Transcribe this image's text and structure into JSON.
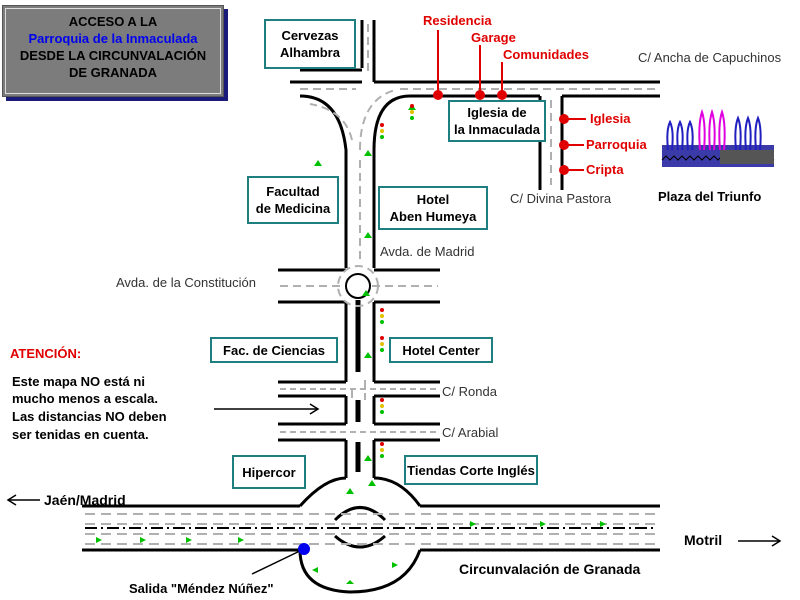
{
  "title": {
    "line1": "ACCESO A LA",
    "line2": "Parroquia de la Inmaculada",
    "line3": "DESDE LA CIRCUNVALACIÓN",
    "line4": "DE GRANADA"
  },
  "buildings": {
    "cervezas": [
      "Cervezas",
      "Alhambra"
    ],
    "iglesia_box": [
      "Iglesia de",
      "la Inmaculada"
    ],
    "facultad_medicina": [
      "Facultad",
      "de Medicina"
    ],
    "hotel_aben": [
      "Hotel",
      "Aben Humeya"
    ],
    "fac_ciencias": "Fac. de Ciencias",
    "hotel_center": "Hotel Center",
    "hipercor": "Hipercor",
    "tiendas": "Tiendas Corte Inglés"
  },
  "points": {
    "residencia": "Residencia",
    "garage": "Garage",
    "comunidades": "Comunidades",
    "iglesia": "Iglesia",
    "parroquia": "Parroquia",
    "cripta": "Cripta"
  },
  "streets": {
    "ancha_capuchinos": "C/ Ancha de Capuchinos",
    "divina_pastora": "C/ Divina Pastora",
    "avda_madrid": "Avda. de Madrid",
    "avda_constitucion": "Avda. de la Constitución",
    "ronda": "C/ Ronda",
    "arabial": "C/ Arabial",
    "circunvalacion": "Circunvalación de Granada"
  },
  "plaza": "Plaza del Triunfo",
  "attention": {
    "heading": "ATENCIÓN:",
    "lines": [
      "Este mapa NO está ni",
      "mucho menos a escala.",
      "Las distancias NO deben",
      "ser tenidas en cuenta."
    ]
  },
  "directions": {
    "jaen": "Jaén/Madrid",
    "motril": "Motril",
    "salida": "Salida \"Méndez Núñez\""
  },
  "colors": {
    "road": "#000000",
    "lane_marks": "#b0b0b0",
    "box_border": "#1f7f80",
    "highlight_red": "#e00000",
    "exit_blue": "#0000ee",
    "arrow_green": "#00c000"
  }
}
